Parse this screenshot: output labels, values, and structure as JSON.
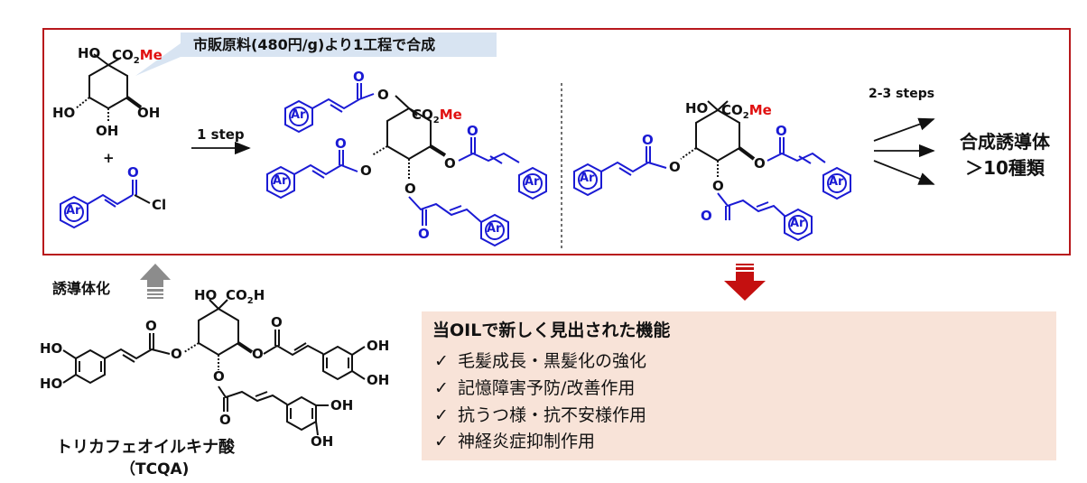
{
  "callout": {
    "text": "市販原料(480円/g)より1工程で合成"
  },
  "reaction": {
    "step1": "1 step",
    "step2": "2-3 steps",
    "result_line1": "合成誘導体",
    "result_line2": "＞10種類",
    "plus": "+"
  },
  "labels": {
    "ho": "HO",
    "oh": "OH",
    "co2": "CO",
    "sub2": "2",
    "me": "Me",
    "h": "H",
    "cl": "Cl",
    "ar": "Ar",
    "o": "O"
  },
  "derivatize": {
    "label": "誘導体化"
  },
  "tcqa": {
    "name": "トリカフェオイルキナ酸",
    "abbr": "（TCQA)"
  },
  "functions": {
    "title": "当OILで新しく見出された機能",
    "check": "✓",
    "items": [
      "毛髪成長・黒髪化の強化",
      "記憶障害予防/改善作用",
      "抗うつ様・抗不安様作用",
      "神経炎症抑制作用"
    ]
  },
  "colors": {
    "frame": "#b8181c",
    "arrow_red": "#c41010",
    "arrow_gray": "#8c8c8c",
    "blue": "#1a1ad4",
    "func_bg": "#f8e3d8",
    "callout_bg": "#d8e4f2"
  }
}
